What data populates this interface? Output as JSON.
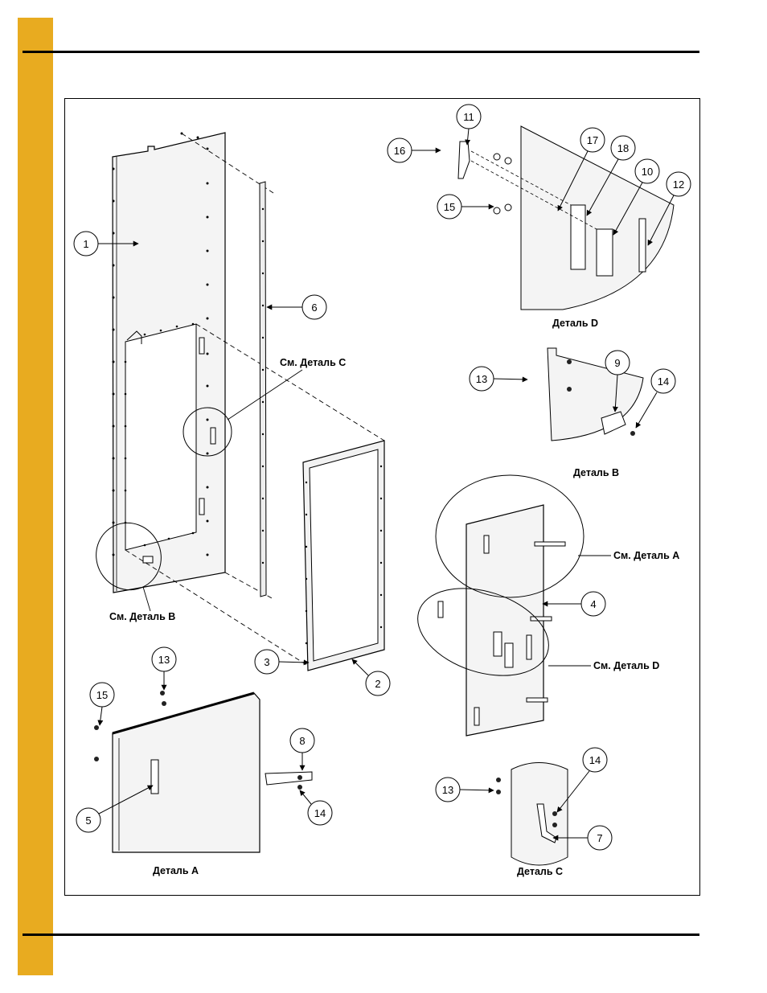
{
  "colors": {
    "accent_bar": "#e8ab20",
    "line": "#000000",
    "panel_fill": "#f2f2f2"
  },
  "callouts": {
    "c1": "1",
    "c2": "2",
    "c3": "3",
    "c4": "4",
    "c5": "5",
    "c6": "6",
    "c7": "7",
    "c8": "8",
    "c9": "9",
    "c10": "10",
    "c11": "11",
    "c12": "12",
    "c13a": "13",
    "c13b": "13",
    "c13c": "13",
    "c14a": "14",
    "c14b": "14",
    "c14c": "14",
    "c15a": "15",
    "c15b": "15",
    "c16": "16",
    "c17": "17",
    "c18": "18"
  },
  "labels": {
    "see_detail_c": "См. Деталь С",
    "see_detail_b": "См. Деталь B",
    "see_detail_a": "См. Деталь А",
    "see_detail_d": "См. Деталь D",
    "detail_d": "Деталь D",
    "detail_b": "Деталь B",
    "detail_a": "Деталь А",
    "detail_c": "Деталь С"
  }
}
